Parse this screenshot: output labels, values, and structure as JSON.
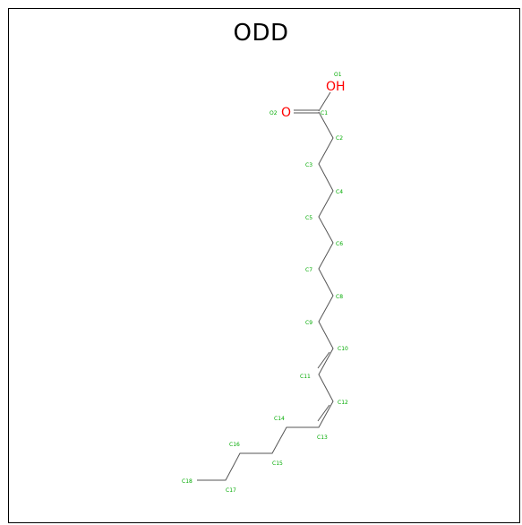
{
  "title": "ODD",
  "colors": {
    "bond": "#555555",
    "carbon_label": "#00aa00",
    "heteroatom": "#ff0000"
  },
  "atoms": {
    "O1": {
      "symbol": "OH",
      "index_label": "O1"
    },
    "O2": {
      "symbol": "O",
      "index_label": "O2"
    },
    "C1": "C1",
    "C2": "C2",
    "C3": "C3",
    "C4": "C4",
    "C5": "C5",
    "C6": "C6",
    "C7": "C7",
    "C8": "C8",
    "C9": "C9",
    "C10": "C10",
    "C11": "C11",
    "C12": "C12",
    "C13": "C13",
    "C14": "C14",
    "C15": "C15",
    "C16": "C16",
    "C17": "C17",
    "C18": "C18"
  }
}
